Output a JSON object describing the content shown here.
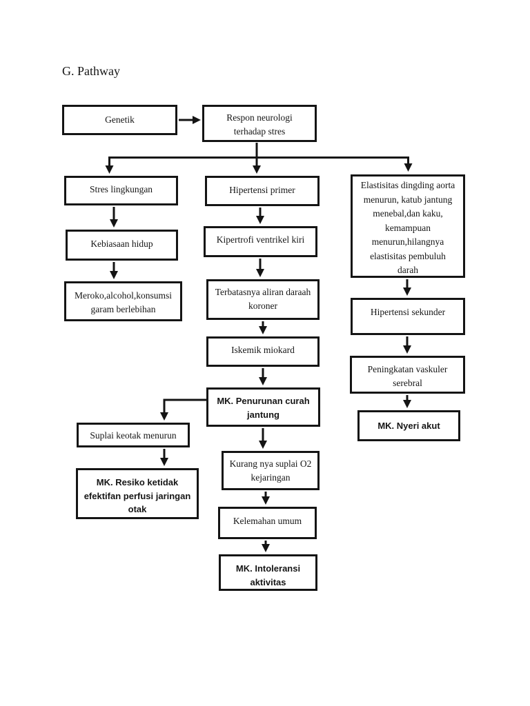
{
  "title": "G. Pathway",
  "colors": {
    "ink": "#141414",
    "background": "#ffffff"
  },
  "flowchart": {
    "nodes": {
      "genetik": {
        "label": "Genetik",
        "emphasis": "normal"
      },
      "respon": {
        "label": [
          "Respon neurologi",
          "terhadap stres"
        ],
        "emphasis": "normal"
      },
      "stres_lingkungan": {
        "label": "Stres lingkungan",
        "emphasis": "normal"
      },
      "hipertensi_primer": {
        "label": "Hipertensi primer",
        "emphasis": "normal"
      },
      "elastisitas": {
        "label": [
          "Elastisitas dingding aorta",
          "menurun, katub jantung",
          "menebal,dan kaku,",
          "kemampuan",
          "menurun,hilangnya",
          "elastisitas pembuluh",
          "darah"
        ],
        "emphasis": "normal"
      },
      "kebiasaan_hidup": {
        "label": "Kebiasaan hidup",
        "emphasis": "normal"
      },
      "kipertrofi": {
        "label": "Kipertrofi ventrikel kiri",
        "emphasis": "normal"
      },
      "meroko": {
        "label": [
          "Meroko,alcohol,konsumsi",
          "garam berlebihan"
        ],
        "emphasis": "normal"
      },
      "terbatasnya": {
        "label": [
          "Terbatasnya aliran daraah",
          "koroner"
        ],
        "emphasis": "normal"
      },
      "hipertensi_sekunder": {
        "label": "Hipertensi sekunder",
        "emphasis": "normal"
      },
      "iskemik": {
        "label": "Iskemik miokard",
        "emphasis": "normal"
      },
      "peningkatan": {
        "label": [
          "Peningkatan vaskuler",
          "serebral"
        ],
        "emphasis": "normal"
      },
      "mk_penurunan": {
        "label": [
          "MK. Penurunan curah",
          "jantung"
        ],
        "emphasis": "bold"
      },
      "mk_nyeri": {
        "label": "MK. Nyeri akut",
        "emphasis": "bold"
      },
      "suplai_keotak": {
        "label": "Suplai keotak menurun",
        "emphasis": "normal"
      },
      "kurang_suplai": {
        "label": [
          "Kurang nya suplai O2",
          "kejaringan"
        ],
        "emphasis": "normal"
      },
      "mk_resiko": {
        "label": [
          "MK. Resiko ketidak",
          "efektifan perfusi jaringan",
          "otak"
        ],
        "emphasis": "bold"
      },
      "kelemahan": {
        "label": "Kelemahan umum",
        "emphasis": "normal"
      },
      "mk_intoleransi": {
        "label": [
          "MK. Intoleransi",
          "aktivitas"
        ],
        "emphasis": "bold"
      }
    },
    "edges": [
      {
        "from": "genetik",
        "to": "respon"
      },
      {
        "from": "respon",
        "to": "stres_lingkungan"
      },
      {
        "from": "respon",
        "to": "hipertensi_primer"
      },
      {
        "from": "respon",
        "to": "elastisitas"
      },
      {
        "from": "stres_lingkungan",
        "to": "kebiasaan_hidup"
      },
      {
        "from": "kebiasaan_hidup",
        "to": "meroko"
      },
      {
        "from": "hipertensi_primer",
        "to": "kipertrofi"
      },
      {
        "from": "kipertrofi",
        "to": "terbatasnya"
      },
      {
        "from": "terbatasnya",
        "to": "iskemik"
      },
      {
        "from": "iskemik",
        "to": "mk_penurunan"
      },
      {
        "from": "mk_penurunan",
        "to": "suplai_keotak"
      },
      {
        "from": "suplai_keotak",
        "to": "mk_resiko"
      },
      {
        "from": "mk_penurunan",
        "to": "kurang_suplai"
      },
      {
        "from": "kurang_suplai",
        "to": "kelemahan"
      },
      {
        "from": "kelemahan",
        "to": "mk_intoleransi"
      },
      {
        "from": "elastisitas",
        "to": "hipertensi_sekunder"
      },
      {
        "from": "hipertensi_sekunder",
        "to": "peningkatan"
      },
      {
        "from": "peningkatan",
        "to": "mk_nyeri"
      }
    ]
  }
}
